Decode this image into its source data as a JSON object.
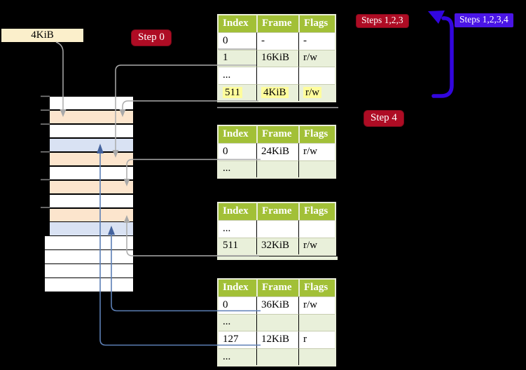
{
  "free_frame_box": {
    "label": "4KiB"
  },
  "badges": {
    "step0": {
      "label": "Step 0",
      "bg": "#AE0C24"
    },
    "step4": {
      "label": "Step 4",
      "bg": "#AE0C24"
    },
    "steps123": {
      "label": "Steps 1,2,3",
      "bg": "#AE0C24"
    },
    "steps1234": {
      "label": "Steps 1,2,3,4",
      "bg": "#4A15E6"
    }
  },
  "tables": [
    {
      "name": "page-table-top",
      "headers": [
        "Index",
        "Frame",
        "Flags"
      ],
      "rows": [
        {
          "cells": [
            "0",
            "-",
            "-"
          ],
          "highlighted": false
        },
        {
          "cells": [
            "1",
            "16KiB",
            "r/w"
          ],
          "highlighted": false
        },
        {
          "cells": [
            "...",
            "",
            ""
          ],
          "highlighted": false
        },
        {
          "cells": [
            "511",
            "4KiB",
            "r/w"
          ],
          "highlighted": true
        }
      ]
    },
    {
      "name": "page-table-second",
      "headers": [
        "Index",
        "Frame",
        "Flags"
      ],
      "rows": [
        {
          "cells": [
            "0",
            "24KiB",
            "r/w"
          ],
          "highlighted": false
        },
        {
          "cells": [
            "...",
            "",
            ""
          ],
          "highlighted": false
        }
      ]
    },
    {
      "name": "page-table-third",
      "headers": [
        "Index",
        "Frame",
        "Flags"
      ],
      "rows": [
        {
          "cells": [
            "...",
            "",
            ""
          ],
          "highlighted": false
        },
        {
          "cells": [
            "511",
            "32KiB",
            "r/w"
          ],
          "highlighted": false
        }
      ]
    },
    {
      "name": "page-table-bottom",
      "headers": [
        "Index",
        "Frame",
        "Flags"
      ],
      "rows": [
        {
          "cells": [
            "0",
            "36KiB",
            "r/w"
          ],
          "highlighted": false
        },
        {
          "cells": [
            "...",
            "",
            ""
          ],
          "highlighted": false
        },
        {
          "cells": [
            "127",
            "12KiB",
            "r"
          ],
          "highlighted": false
        },
        {
          "cells": [
            "...",
            "",
            ""
          ],
          "highlighted": false
        }
      ]
    }
  ],
  "memory_column": {
    "rows": [
      "white",
      "peach",
      "white",
      "blue",
      "peach",
      "white",
      "peach",
      "white",
      "peach",
      "blue",
      "white",
      "white",
      "white",
      "white"
    ]
  },
  "colors": {
    "table_header": "#A2C037",
    "table_row_shade": "#E9F0DA",
    "highlight": "#FFFD9C",
    "free_frame_box": "#FBEFCB",
    "memory_peach": "#FCE5CD",
    "memory_blue": "#D9E2F3",
    "gray_arrow": "#ABABAB",
    "blue_arrow": "#5C7FB5",
    "thick_loop_arrow": "#3206DE",
    "red_badge": "#AE0C24",
    "blue_badge": "#4A15E6"
  }
}
